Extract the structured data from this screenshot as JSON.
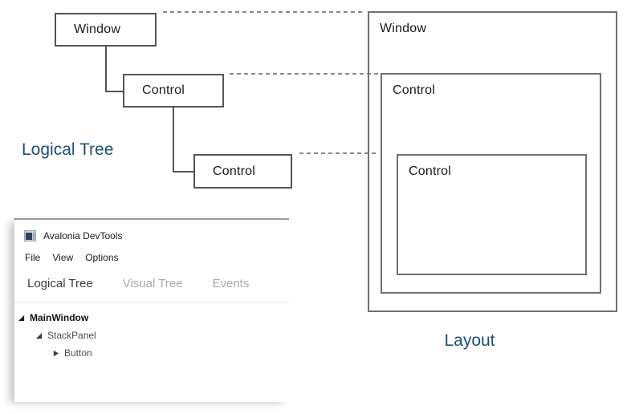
{
  "diagram": {
    "logical_tree_label": "Logical Tree",
    "layout_label": "Layout",
    "accent_color": "#1f4e79",
    "tree_nodes": [
      {
        "label": "Window"
      },
      {
        "label": "Control"
      },
      {
        "label": "Control"
      }
    ],
    "layout_boxes": [
      {
        "label": "Window"
      },
      {
        "label": "Control"
      },
      {
        "label": "Control"
      }
    ]
  },
  "devtools": {
    "title": "Avalonia DevTools",
    "window_icon": "app-window-icon",
    "menu": [
      {
        "label": "File"
      },
      {
        "label": "View"
      },
      {
        "label": "Options"
      }
    ],
    "tabs": [
      {
        "label": "Logical Tree",
        "active": true
      },
      {
        "label": "Visual Tree",
        "active": false
      },
      {
        "label": "Events",
        "active": false
      }
    ],
    "tree": [
      {
        "label": "MainWindow",
        "state": "expanded",
        "level": 0
      },
      {
        "label": "StackPanel",
        "state": "expanded",
        "level": 1
      },
      {
        "label": "Button",
        "state": "collapsed",
        "level": 2
      }
    ]
  }
}
